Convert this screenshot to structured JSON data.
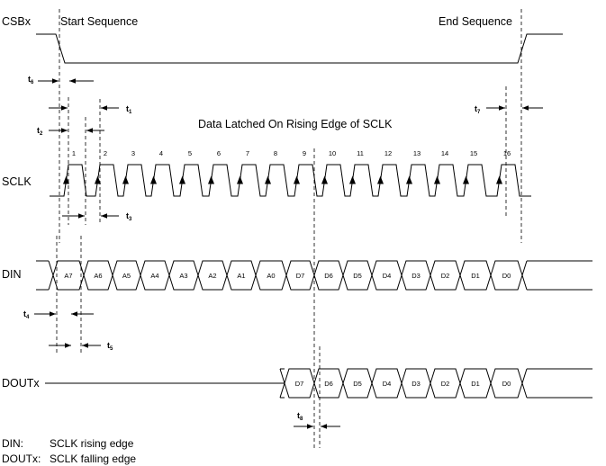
{
  "signals": {
    "csb": "CSBx",
    "sclk": "SCLK",
    "din": "DIN",
    "dout": "DOUTx"
  },
  "headers": {
    "start": "Start Sequence",
    "end": "End Sequence",
    "latch": "Data Latched On Rising Edge of SCLK"
  },
  "clock_numbers": [
    "1",
    "2",
    "3",
    "4",
    "5",
    "6",
    "7",
    "8",
    "9",
    "10",
    "11",
    "12",
    "13",
    "14",
    "15",
    "16"
  ],
  "din_labels": [
    "A7",
    "A6",
    "A5",
    "A4",
    "A3",
    "A2",
    "A1",
    "A0",
    "D7",
    "D6",
    "D5",
    "D4",
    "D3",
    "D2",
    "D1",
    "D0"
  ],
  "dout_labels": [
    "D7",
    "D6",
    "D5",
    "D4",
    "D3",
    "D2",
    "D1",
    "D0"
  ],
  "timing": [
    {
      "id": "t6",
      "base": "t",
      "sub": "6"
    },
    {
      "id": "t1",
      "base": "t",
      "sub": "1"
    },
    {
      "id": "t7",
      "base": "t",
      "sub": "7"
    },
    {
      "id": "t2",
      "base": "t",
      "sub": "2"
    },
    {
      "id": "t3",
      "base": "t",
      "sub": "3"
    },
    {
      "id": "t4",
      "base": "t",
      "sub": "4"
    },
    {
      "id": "t5",
      "base": "t",
      "sub": "5"
    },
    {
      "id": "t8",
      "base": "t",
      "sub": "8"
    }
  ],
  "notes": [
    {
      "name": "DIN:",
      "text": "SCLK rising edge"
    },
    {
      "name": "DOUTx:",
      "text": "SCLK falling edge"
    }
  ]
}
